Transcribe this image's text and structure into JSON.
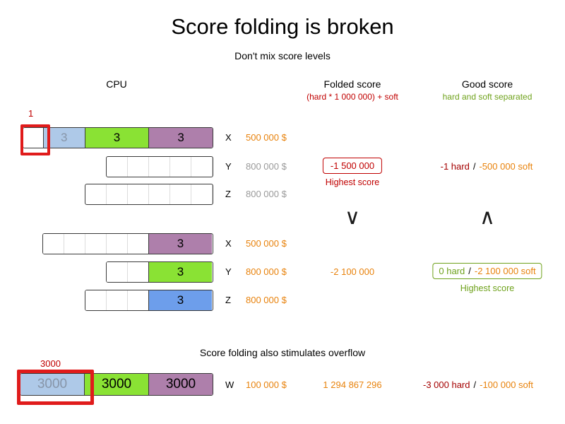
{
  "page": {
    "title": "Score folding is broken",
    "section1_subtitle": "Don't mix score levels",
    "section2_subtitle": "Score folding also stimulates overflow"
  },
  "headers": {
    "cpu": "CPU",
    "folded_title": "Folded score",
    "folded_sub": "(hard * 1 000 000) + soft",
    "good_title": "Good score",
    "good_sub": "hard and soft separated"
  },
  "comparison": {
    "folded_symbol": "∨",
    "good_symbol": "∧"
  },
  "scenario1": {
    "x": {
      "machine": "X",
      "cost": "500 000 $",
      "annotation": "1",
      "seg_blue": "3",
      "seg_green": "3",
      "seg_purple": "3"
    },
    "y": {
      "machine": "Y",
      "cost": "800 000 $",
      "folded_score": "-1 500 000",
      "folded_note": "Highest score",
      "good_hard": "-1 hard",
      "good_sep": "/",
      "good_soft": "-500 000 soft"
    },
    "z": {
      "machine": "Z",
      "cost": "800 000 $"
    }
  },
  "scenario2": {
    "x": {
      "machine": "X",
      "cost": "500 000 $",
      "seg_purple": "3"
    },
    "y": {
      "machine": "Y",
      "cost": "800 000 $",
      "seg_green": "3",
      "folded_score": "-2 100 000",
      "good_hard": "0 hard",
      "good_sep": "/",
      "good_soft": "-2 100 000 soft",
      "good_note": "Highest score"
    },
    "z": {
      "machine": "Z",
      "cost": "800 000 $",
      "seg_blue": "3"
    }
  },
  "overflow": {
    "machine": "W",
    "cost": "100 000 $",
    "annotation": "3000",
    "seg_blue": "3000",
    "seg_green": "3000",
    "seg_purple": "3000",
    "folded_score": "1 294 867 296",
    "good_hard": "-3 000 hard",
    "good_sep": "/",
    "good_soft": "-100 000 soft"
  },
  "colors": {
    "light_blue": "#aec9e8",
    "green": "#8ae234",
    "purple": "#ae7fab",
    "blue": "#6d9eeb",
    "red": "#c00000",
    "outline_red": "#e01b1b",
    "orange": "#e8820c",
    "dark_red": "#a40000",
    "good_green": "#6fa21c",
    "muted": "#9a9a9a"
  }
}
